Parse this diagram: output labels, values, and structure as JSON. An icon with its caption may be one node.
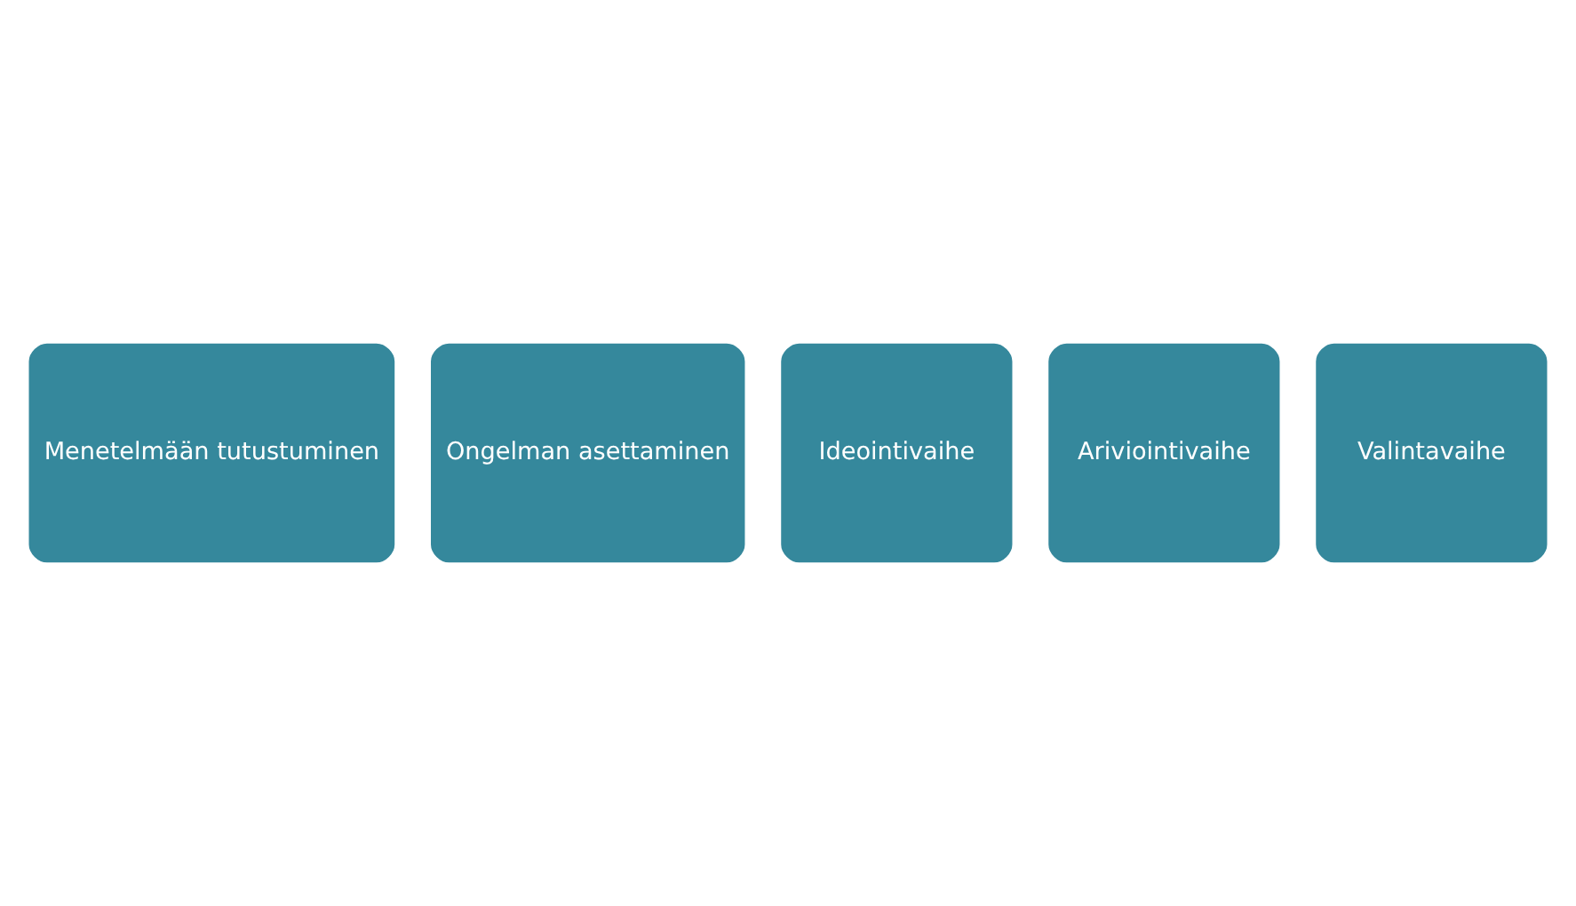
{
  "diagram": {
    "nodes": [
      {
        "text": [
          "Menetelmään tutustuminen"
        ]
      },
      {
        "text": [
          "Ongelman asettaminen"
        ]
      },
      {
        "text": [
          "Ideointivaihe"
        ]
      },
      {
        "text": [
          "Ariviointivaihe"
        ]
      },
      {
        "text": [
          "Valintavaihe"
        ]
      }
    ]
  }
}
